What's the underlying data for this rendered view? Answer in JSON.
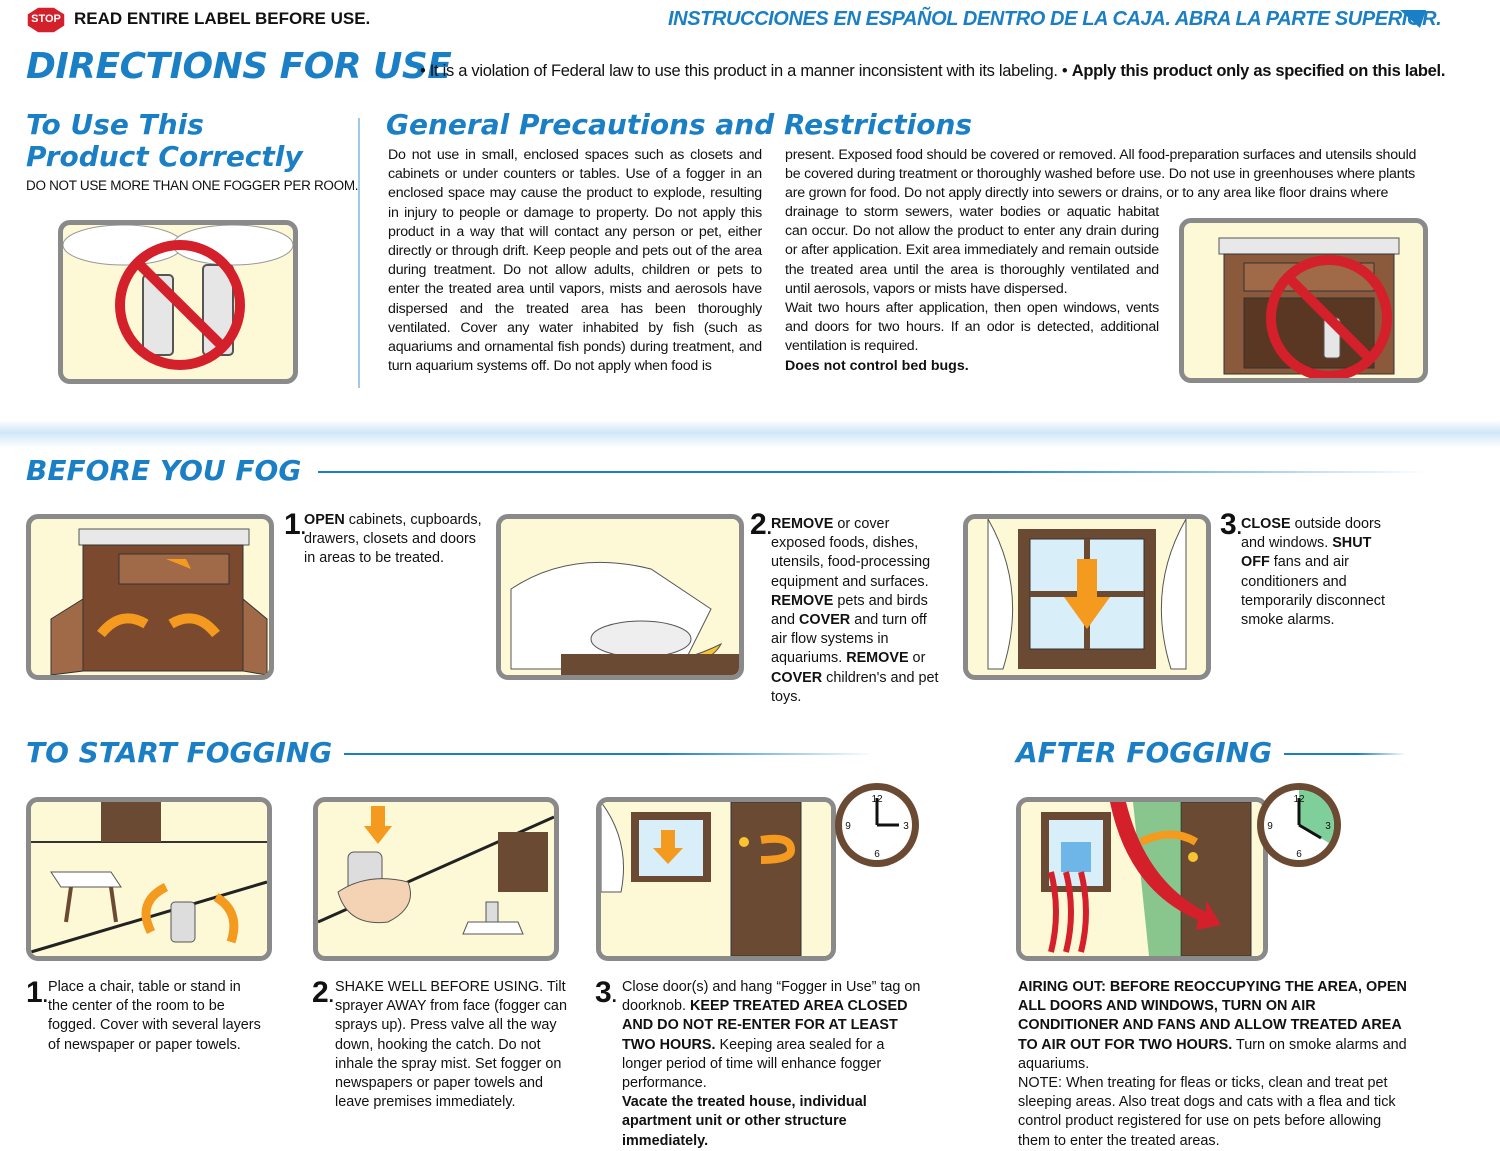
{
  "top": {
    "stop_sign": "STOP",
    "read_label": "READ ENTIRE LABEL BEFORE USE.",
    "spanish_note": "INSTRUCCIONES EN ESPAÑOL DENTRO DE LA CAJA. ABRA LA PARTE SUPERIOR."
  },
  "directions": {
    "title": "DIRECTIONS FOR USE",
    "violation": "• It is a violation of Federal law to use this product in a manner inconsistent with its labeling. •",
    "apply_only": "Apply this product only as specified on this label."
  },
  "correct_use": {
    "title_line1": "To Use This",
    "title_line2": "Product Correctly",
    "warning": "DO NOT USE MORE THAN ONE FOGGER PER ROOM."
  },
  "precautions": {
    "title": "General Precautions and Restrictions",
    "col1": "Do not use in small, enclosed spaces such as closets and cabinets or under counters or tables. Use of a fogger in an enclosed space may cause the product to explode, resulting in injury to people or damage to property. Do not apply this product in a way that will contact any person or pet, either directly or through drift. Keep people and pets out of the area during treatment. Do not allow adults, children or pets to enter the treated area until vapors, mists and aerosols have dispersed and the treated area has been thoroughly ventilated. Cover any water inhabited by fish (such as aquariums and ornamental fish ponds) during treatment, and turn aquarium systems off. Do not apply when food is",
    "col2_top": "present. Exposed food should be covered or removed. All food-preparation surfaces and utensils should be covered during treatment or thoroughly washed before use. Do not use in greenhouses where plants are grown for food. Do not apply directly into sewers or drains, or to any area like floor drains where",
    "col2_mid": "drainage to storm sewers, water bodies or aquatic habitat can occur. Do not allow the product to enter any drain during or after application. Exit area immediately and remain outside the treated area until the area is thoroughly ventilated and until aerosols, vapors or mists have dispersed.",
    "col2_wait": "Wait two hours after application, then open windows, vents and doors for two hours. If an odor is detected, additional ventilation is required.",
    "bedbugs": "Does not control bed bugs."
  },
  "before": {
    "title": "BEFORE YOU FOG",
    "step1": {
      "num": "1",
      "bold1": "OPEN",
      "text1": " cabinets, cupboards, drawers, closets and doors in areas to be treated."
    },
    "step2": {
      "num": "2",
      "bold1": "REMOVE",
      "text1": " or cover exposed foods, dishes, utensils, food-processing equipment and surfaces. ",
      "bold2": "REMOVE",
      "text2": " pets and birds and ",
      "bold3": "COVER",
      "text3": " and turn off air flow systems in aquariums. ",
      "bold4": "REMOVE",
      "text4": " or ",
      "bold5": "COVER",
      "text5": " children's and pet toys."
    },
    "step3": {
      "num": "3",
      "bold1": "CLOSE",
      "text1": " outside doors and windows. ",
      "bold2": "SHUT OFF",
      "text2": " fans and air conditioners and temporarily disconnect smoke alarms."
    }
  },
  "start": {
    "title": "TO START FOGGING",
    "step1": {
      "num": "1",
      "text": "Place a chair, table or stand in the center of the room to be fogged. Cover with several layers of newspaper or paper towels."
    },
    "step2": {
      "num": "2",
      "text": "SHAKE WELL BEFORE USING. Tilt sprayer AWAY from face (fogger can sprays up). Press valve all the way down, hooking the catch. Do not inhale the spray mist. Set fogger on newspapers or paper towels and leave premises immediately."
    },
    "step3": {
      "num": "3",
      "text1": "Close door(s) and hang “Fogger in Use” tag on doorknob. ",
      "bold1": "KEEP TREATED AREA CLOSED AND DO NOT RE-ENTER FOR AT LEAST TWO HOURS.",
      "text2": " Keeping area sealed for a longer period of time will enhance fogger performance.",
      "bold2": "Vacate the treated house, individual apartment unit or other structure immediately."
    }
  },
  "after": {
    "title": "AFTER FOGGING",
    "bold": "AIRING OUT: BEFORE REOCCUPYING THE AREA, OPEN ALL DOORS AND WINDOWS, TURN ON AIR CONDITIONER AND FANS AND ALLOW TREATED AREA TO AIR OUT FOR TWO HOURS.",
    "text1": " Turn on smoke alarms and aquariums.",
    "note": "NOTE: When treating for fleas or ticks, clean and treat pet sleeping areas. Also treat dogs and cats with a flea and tick control product registered for use on pets before allowing them to enter the treated areas."
  },
  "clock": {
    "n12": "12",
    "n3": "3",
    "n6": "6",
    "n9": "9"
  },
  "colors": {
    "accent_blue": "#1a7fc4",
    "orange": "#f39a1f",
    "stop_red": "#d3202a",
    "panel_bg": "#fdf9d6"
  }
}
